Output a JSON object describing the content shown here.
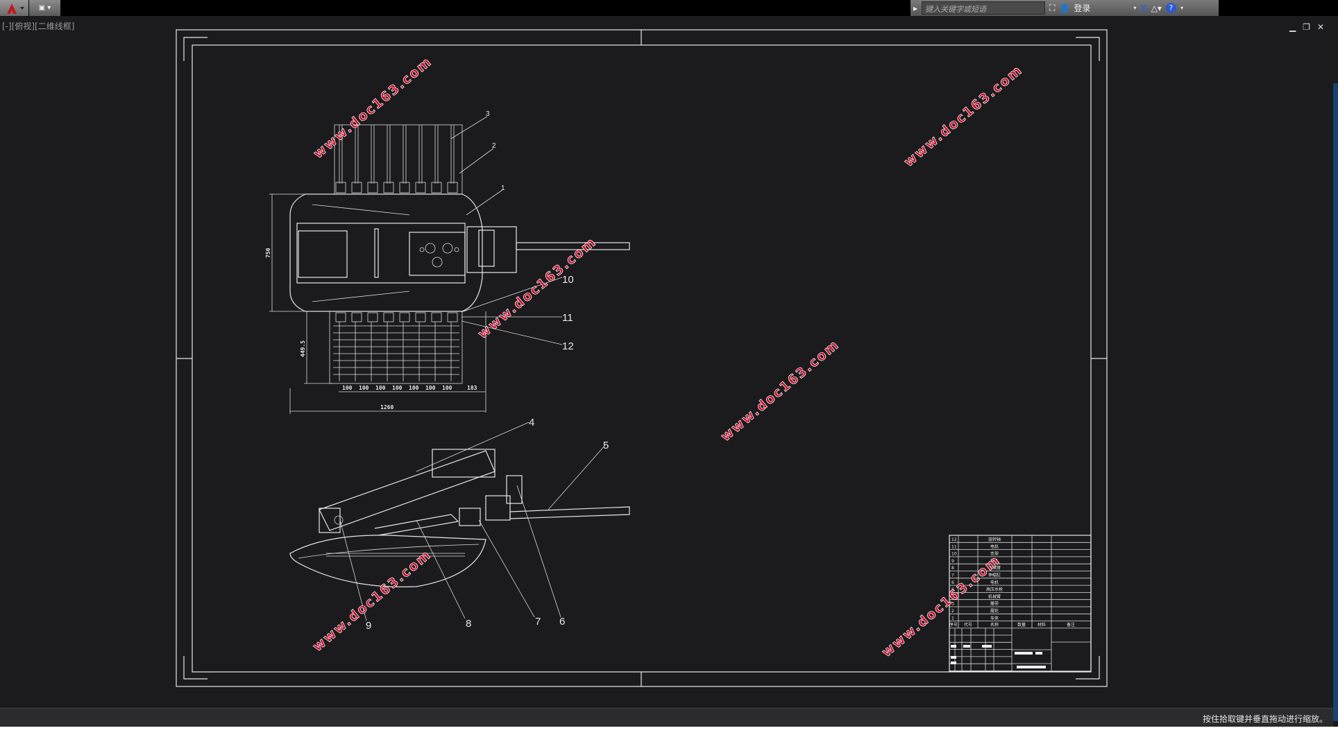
{
  "toolbar": {
    "app_menu_icon": "autocad-logo-icon",
    "search_placeholder": "键入关键字或短语",
    "login_label": "登录"
  },
  "viewport": {
    "label": "[-][俯视][二维线框]"
  },
  "status": {
    "message": "按住拾取键并垂直拖动进行缩放。"
  },
  "drawing": {
    "watermark": "www.doc163.com",
    "callouts": [
      "1",
      "2",
      "3",
      "4",
      "5",
      "6",
      "7",
      "8",
      "9",
      "10",
      "11",
      "12"
    ],
    "dimensions": {
      "height": "750",
      "track_height": "449.5",
      "pitches": [
        "100",
        "100",
        "100",
        "100",
        "100",
        "100",
        "100"
      ],
      "offset": "183",
      "width": "1260"
    }
  },
  "parts_list": {
    "headers": [
      "序号",
      "代号",
      "名称",
      "数量",
      "材料",
      "备注"
    ],
    "rows": [
      {
        "no": "12",
        "name": "旋转轴"
      },
      {
        "no": "11",
        "name": "电机"
      },
      {
        "no": "10",
        "name": "支架"
      },
      {
        "no": "9",
        "name": "销孔"
      },
      {
        "no": "8",
        "name": "伸缩臂"
      },
      {
        "no": "7",
        "name": "伸缩缸"
      },
      {
        "no": "6",
        "name": "电机"
      },
      {
        "no": "5",
        "name": "高压水枪"
      },
      {
        "no": "4",
        "name": "机械臂"
      },
      {
        "no": "3",
        "name": "履带"
      },
      {
        "no": "2",
        "name": "履轮"
      },
      {
        "no": "1",
        "name": "车体"
      }
    ]
  }
}
